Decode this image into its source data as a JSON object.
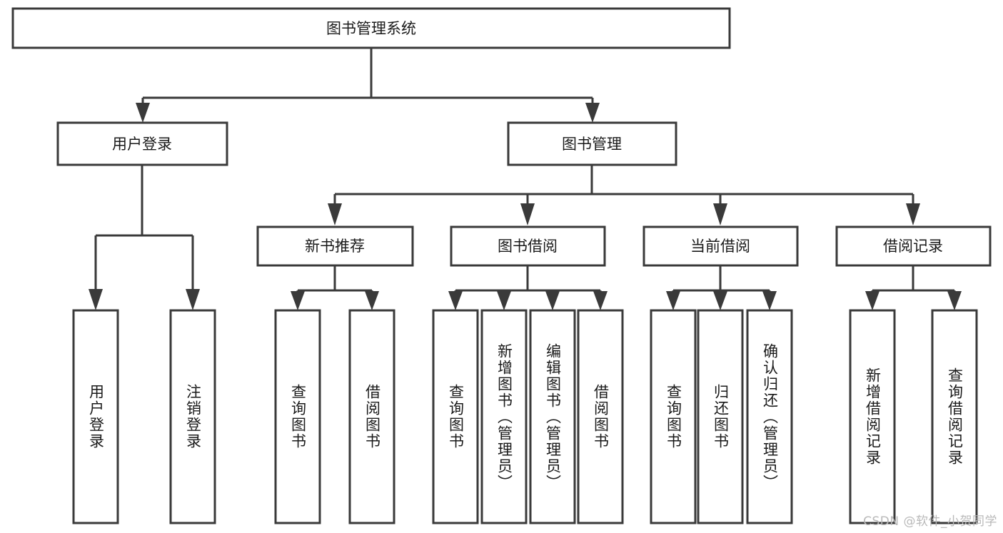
{
  "diagram": {
    "type": "tree",
    "title": "图书管理系统",
    "watermark": "CSDN @软件_小贺同学",
    "colors": {
      "stroke": "#3a3a3a",
      "box_fill": "#ffffff",
      "text": "#1a1a1a",
      "background": "#ffffff",
      "watermark": "#b9b9b9"
    },
    "levels": {
      "root": {
        "id": "root",
        "label": "图书管理系统",
        "orientation": "horizontal"
      },
      "level2": [
        {
          "id": "user-login",
          "label": "用户登录",
          "orientation": "horizontal"
        },
        {
          "id": "book-management",
          "label": "图书管理",
          "orientation": "horizontal"
        }
      ],
      "level3": [
        {
          "id": "new-book-recommend",
          "label": "新书推荐",
          "orientation": "horizontal"
        },
        {
          "id": "book-borrow",
          "label": "图书借阅",
          "orientation": "horizontal"
        },
        {
          "id": "current-borrow",
          "label": "当前借阅",
          "orientation": "horizontal"
        },
        {
          "id": "borrow-record",
          "label": "借阅记录",
          "orientation": "horizontal"
        }
      ],
      "leaves": [
        {
          "id": "leaf-user-login",
          "label": "用户登录",
          "parent": "user-login",
          "orientation": "vertical"
        },
        {
          "id": "leaf-user-logout",
          "label": "注销登录",
          "parent": "user-login",
          "orientation": "vertical"
        },
        {
          "id": "leaf-query-book-1",
          "label": "查询图书",
          "parent": "new-book-recommend",
          "orientation": "vertical"
        },
        {
          "id": "leaf-borrow-book-1",
          "label": "借阅图书",
          "parent": "new-book-recommend",
          "orientation": "vertical"
        },
        {
          "id": "leaf-query-book-2",
          "label": "查询图书",
          "parent": "book-borrow",
          "orientation": "vertical"
        },
        {
          "id": "leaf-add-book",
          "label": "新增图书（管理员）",
          "parent": "book-borrow",
          "orientation": "vertical"
        },
        {
          "id": "leaf-edit-book",
          "label": "编辑图书（管理员）",
          "parent": "book-borrow",
          "orientation": "vertical"
        },
        {
          "id": "leaf-borrow-book-2",
          "label": "借阅图书",
          "parent": "book-borrow",
          "orientation": "vertical"
        },
        {
          "id": "leaf-query-book-3",
          "label": "查询图书",
          "parent": "current-borrow",
          "orientation": "vertical"
        },
        {
          "id": "leaf-return-book",
          "label": "归还图书",
          "parent": "current-borrow",
          "orientation": "vertical"
        },
        {
          "id": "leaf-confirm-return",
          "label": "确认归还（管理员）",
          "parent": "current-borrow",
          "orientation": "vertical"
        },
        {
          "id": "leaf-add-record",
          "label": "新增借阅记录",
          "parent": "borrow-record",
          "orientation": "vertical"
        },
        {
          "id": "leaf-query-record",
          "label": "查询借阅记录",
          "parent": "borrow-record",
          "orientation": "vertical"
        }
      ]
    }
  }
}
